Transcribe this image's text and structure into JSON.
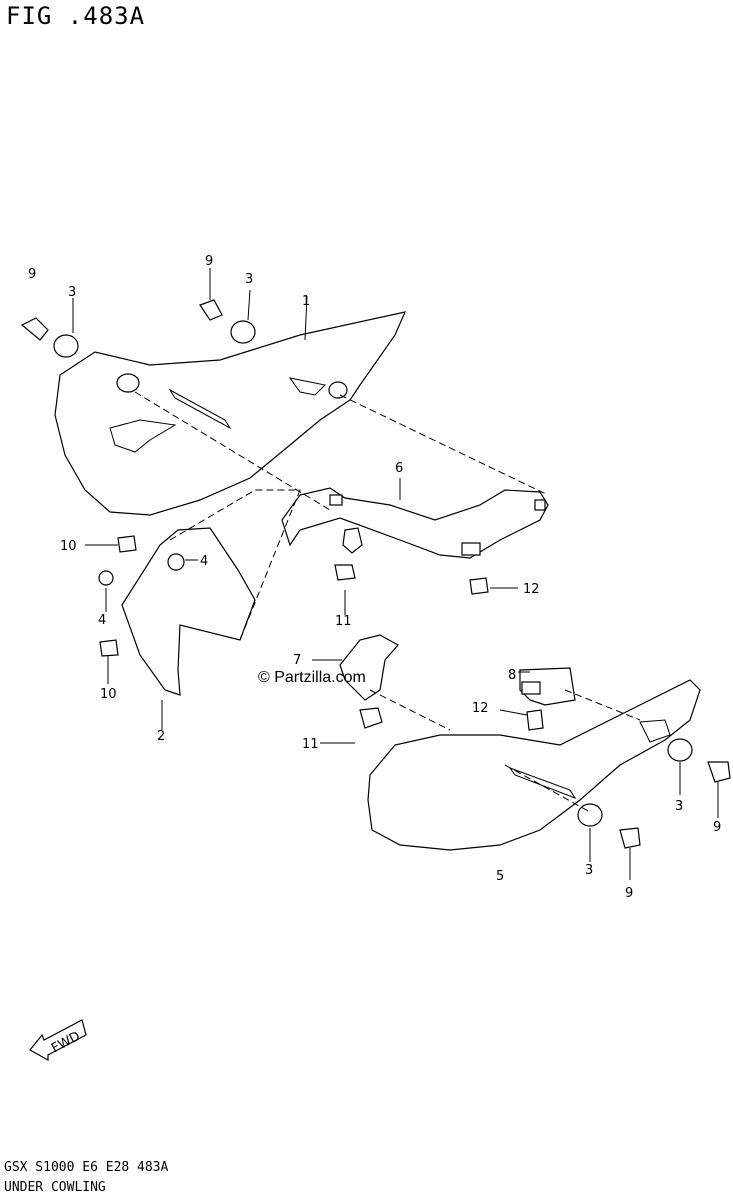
{
  "header": {
    "title": "FIG .483A"
  },
  "footer": {
    "code": "GSX S1000 E6 E28 483A",
    "caption": "UNDER COWLING"
  },
  "watermark": "© Partzilla.com",
  "fwd_label": "FWD",
  "callouts": [
    "9",
    "3",
    "9",
    "3",
    "1",
    "6",
    "10",
    "4",
    "4",
    "10",
    "2",
    "11",
    "12",
    "7",
    "8",
    "12",
    "11",
    "3",
    "9",
    "3",
    "9",
    "5"
  ]
}
